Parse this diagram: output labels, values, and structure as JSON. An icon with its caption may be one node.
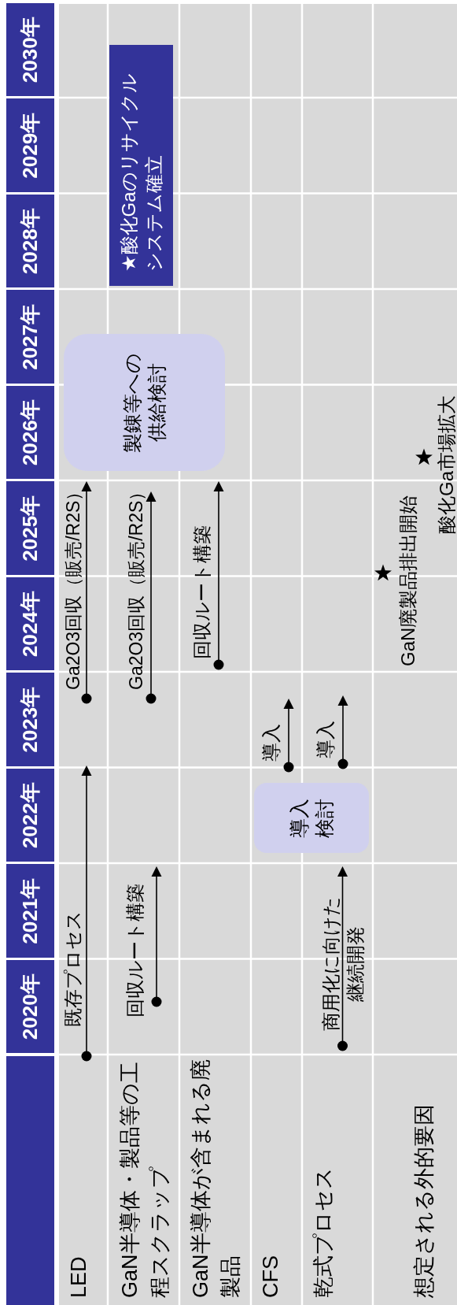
{
  "diagram": {
    "nodes": [
      {
        "text": [
          "導入検討"
        ]
      },
      {
        "text": [
          "製錬等への供給検討"
        ]
      },
      {
        "text": [
          "★酸化Gaのリサイクルシステム確立"
        ]
      }
    ],
    "labels": [
      "2020年",
      "2021年",
      "2022年",
      "2023年",
      "2024年",
      "2025年",
      "2026年",
      "2027年",
      "2028年",
      "2029年",
      "2030年",
      "LED",
      "既存プロセス",
      "Ga2O3回収（販売/R2S）",
      "GaN半導体・製品等の工程スクラップ",
      "回収ルート構築",
      "Ga2O3回収（販売/R2S）",
      "GaN半導体が含まれる廃製品",
      "回収ルート構築",
      "CFS",
      "導入",
      "乾式プロセス",
      "導入",
      "商用化に向けた継続開発",
      "想定される外的要因",
      "GaN廃製品排出開始",
      "酸化Ga市場拡大"
    ]
  }
}
